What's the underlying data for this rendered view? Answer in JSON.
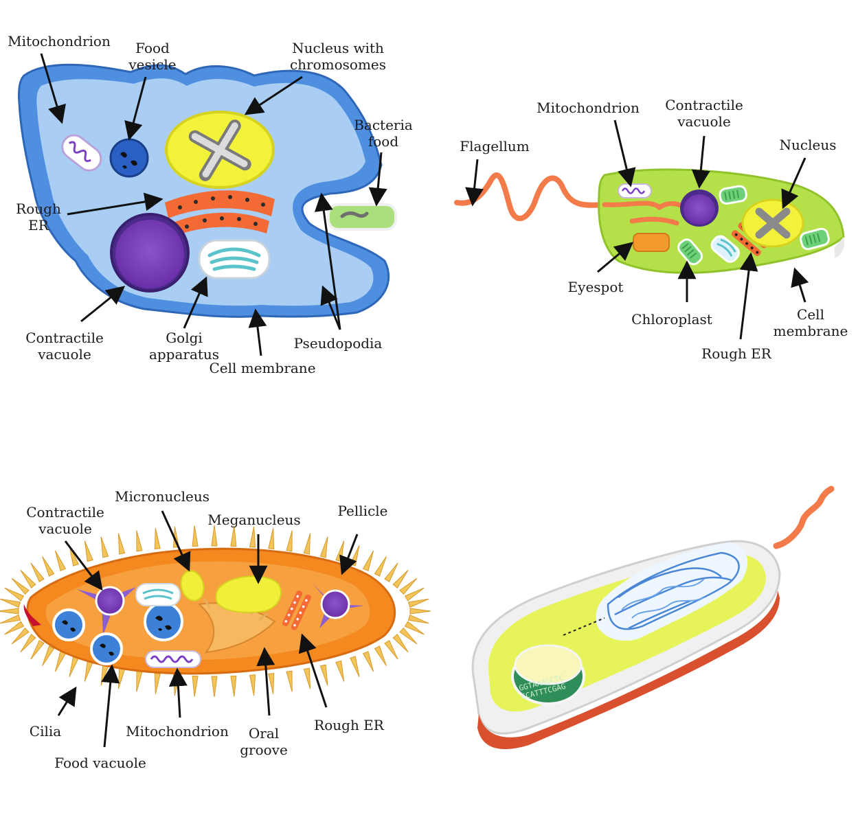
{
  "amoeba": {
    "labels": {
      "mitochondrion": "Mitochondrion",
      "food_vesicle": [
        "Food",
        "vesicle"
      ],
      "nucleus": [
        "Nucleus with",
        "chromosomes"
      ],
      "bacteria_food": [
        "Bacteria",
        "food"
      ],
      "rough_er": [
        "Rough",
        "ER"
      ],
      "contractile_vacuole": [
        "Contractile",
        "vacuole"
      ],
      "golgi": [
        "Golgi",
        "apparatus"
      ],
      "cell_membrane": "Cell membrane",
      "pseudopodia": "Pseudopodia"
    }
  },
  "euglena": {
    "labels": {
      "flagellum": "Flagellum",
      "mitochondrion": "Mitochondrion",
      "contractile_vacuole": [
        "Contractile",
        "vacuole"
      ],
      "nucleus": "Nucleus",
      "eyespot": "Eyespot",
      "chloroplast": "Chloroplast",
      "cell_membrane": [
        "Cell",
        "membrane"
      ],
      "rough_er": "Rough ER"
    }
  },
  "paramecium": {
    "labels": {
      "contractile_vacuole": [
        "Contractile",
        "vacuole"
      ],
      "micronucleus": "Micronucleus",
      "meganucleus": "Meganucleus",
      "pellicle": "Pellicle",
      "cilia": "Cilia",
      "mitochondrion": "Mitochondrion",
      "oral_groove": [
        "Oral",
        "groove"
      ],
      "rough_er": "Rough ER",
      "food_vacuole": "Food vacuole"
    }
  },
  "bacterium": {
    "dna_text": [
      "GGTAAAGCTC",
      "CCATTTCGAG"
    ]
  },
  "colors": {
    "amoeba_membrane": "#4f8fe0",
    "amoeba_cytoplasm": "#a9cdf3",
    "euglena_body": "#b4e04a",
    "paramecium_body": "#f48a1f",
    "bacterium_inner": "#e6f45a",
    "bacterium_outer": "#d9502e",
    "flagellum": "#f37b4a"
  }
}
